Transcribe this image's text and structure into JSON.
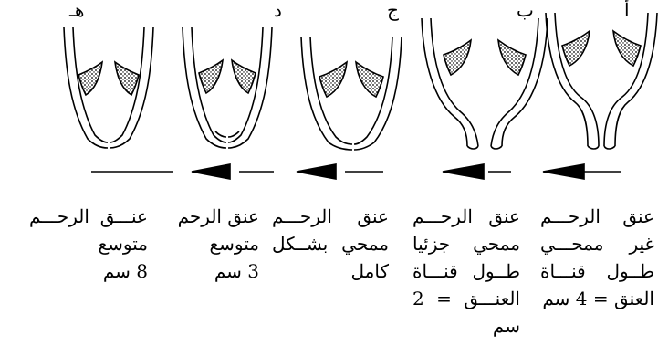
{
  "stages": [
    {
      "letter": "أ",
      "lines": [
        "عنق الرحـــم",
        "غير ممحـــي",
        "طــول قنـــاة",
        "العنق = 4 سم"
      ]
    },
    {
      "letter": "ب",
      "lines": [
        "عنق الرحـــم",
        "ممحي جزئيا",
        "طــول قنـــاة",
        "العنـــق = 2",
        "سم"
      ]
    },
    {
      "letter": "ج",
      "lines": [
        "عنق الرحـــم",
        "ممحي بشــكل",
        "كامل"
      ]
    },
    {
      "letter": "د",
      "lines": [
        "عنق الرحم",
        "متوسع",
        "3 سم"
      ]
    },
    {
      "letter": "هـ",
      "lines": [
        "عنـــق الرحـــم",
        "متوسع",
        "8 سم"
      ]
    }
  ]
}
